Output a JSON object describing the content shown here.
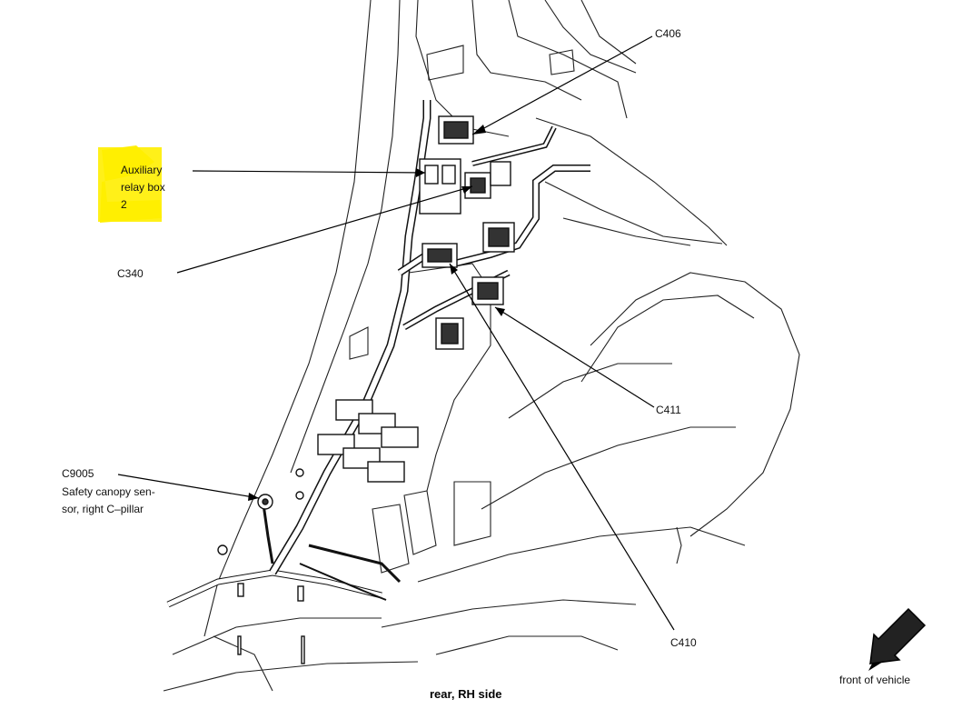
{
  "labels": {
    "c406": "C406",
    "aux_line1": "Auxiliary",
    "aux_line2": "relay box",
    "aux_line3": "2",
    "c340": "C340",
    "c411": "C411",
    "c9005": "C9005",
    "c9005_desc_line1": "Safety canopy sen-",
    "c9005_desc_line2": "sor, right C–pillar",
    "c410": "C410"
  },
  "caption": "rear, RH side",
  "orientation_label": "front of vehicle",
  "highlight_color": "#ffee00",
  "orientation_icon": "arrow-down-left-icon"
}
